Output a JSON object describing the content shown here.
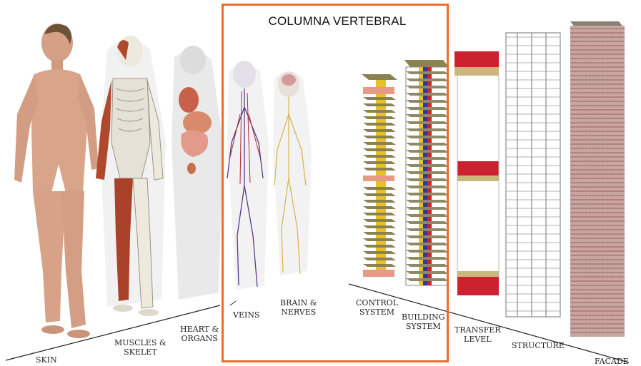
{
  "title": "COLUMNA VERTEBRAL",
  "labels": {
    "skin": "SKIN",
    "muscles": "MUSCLES &\nSKELET",
    "heart": "HEART &\nORGANS",
    "veins": "VEINS",
    "brain": "BRAIN &\nNERVES",
    "control": "CONTROL\nSYSTEM",
    "building": "BUILDING\nSYSTEM",
    "transfer": "TRANSFER\nLEVEL",
    "structure": "STRUCTURE",
    "facade": "FACADE"
  },
  "colors": {
    "highlight": "#f06a2a",
    "skin": "#d9a58a",
    "muscle": "#b0482e",
    "bone": "#ece9e1",
    "vein": "#5a3a86",
    "nerve": "#d6b24a",
    "transfer_red": "#cc2230",
    "core_yellow": "#e8c02a",
    "slab": "#8a8250"
  }
}
